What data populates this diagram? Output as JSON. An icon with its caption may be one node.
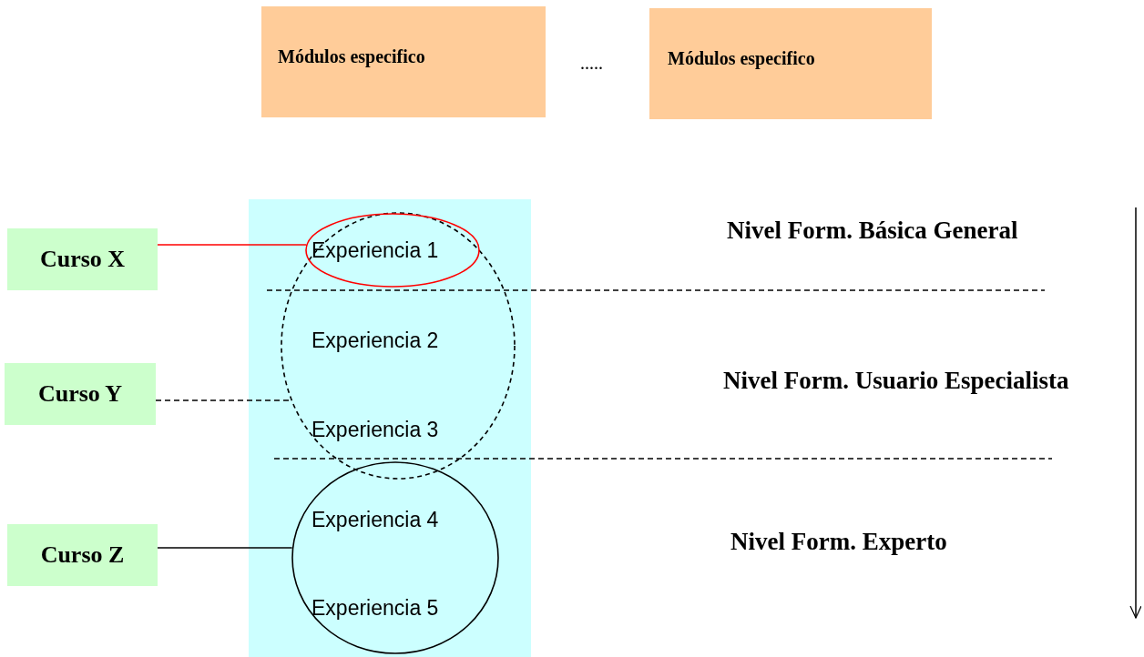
{
  "diagram": {
    "nodes": [
      {
        "text": [
          "Módulos especifico"
        ]
      },
      {
        "text": [
          "Módulos especifico"
        ]
      },
      {
        "text": [],
        "shape": "box"
      },
      {
        "text": [
          "Curso X"
        ]
      },
      {
        "text": [
          "Curso Y"
        ]
      },
      {
        "text": [
          "Curso Z"
        ]
      },
      {
        "text": [],
        "shape": "circle",
        "in": 7
      },
      {
        "text": [],
        "shape": "circle",
        "in": 2
      },
      {
        "text": [],
        "shape": "circle",
        "in": 2
      }
    ],
    "edges": [
      {
        "from": 3,
        "to": 6,
        "arrow": "none",
        "color": "#ff0000"
      },
      {
        "from": 4,
        "to": 7,
        "arrow": "none",
        "style": "dashed"
      },
      {
        "from": 5,
        "to": 8,
        "arrow": "none"
      }
    ],
    "labels": [
      ".....",
      "Experiencia 1",
      "Nivel Form. Básica General",
      "Experiencia 2",
      "Nivel Form. Usuario Especialista",
      "Experiencia 3",
      "Experiencia 4",
      "Nivel Form. Experto",
      "Experiencia 5"
    ]
  }
}
